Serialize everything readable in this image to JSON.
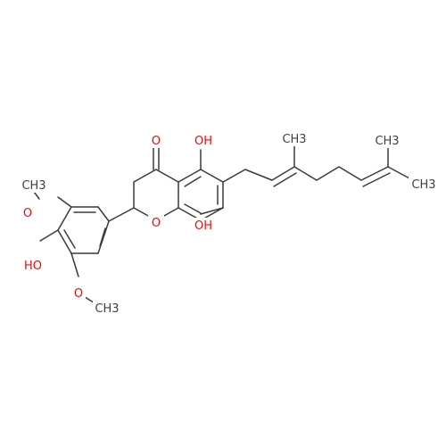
{
  "labels": {
    "ketone_o": "O",
    "oh_5": "OH",
    "oh_7": "OH",
    "ring_o": "O",
    "oh_4prime": "HO",
    "ome_top_o": "O",
    "ome_top_ch3": "CH3",
    "ome_bottom_o": "O",
    "ome_bottom_ch3": "CH3",
    "methyl_chain": "CH3",
    "terminal_methyl_top": "CH3",
    "terminal_methyl_bottom": "CH3"
  },
  "colors": {
    "bond": "#3a3a3a",
    "oxygen": "#e01010",
    "carbon_text": "#404040",
    "background": "#ffffff"
  }
}
